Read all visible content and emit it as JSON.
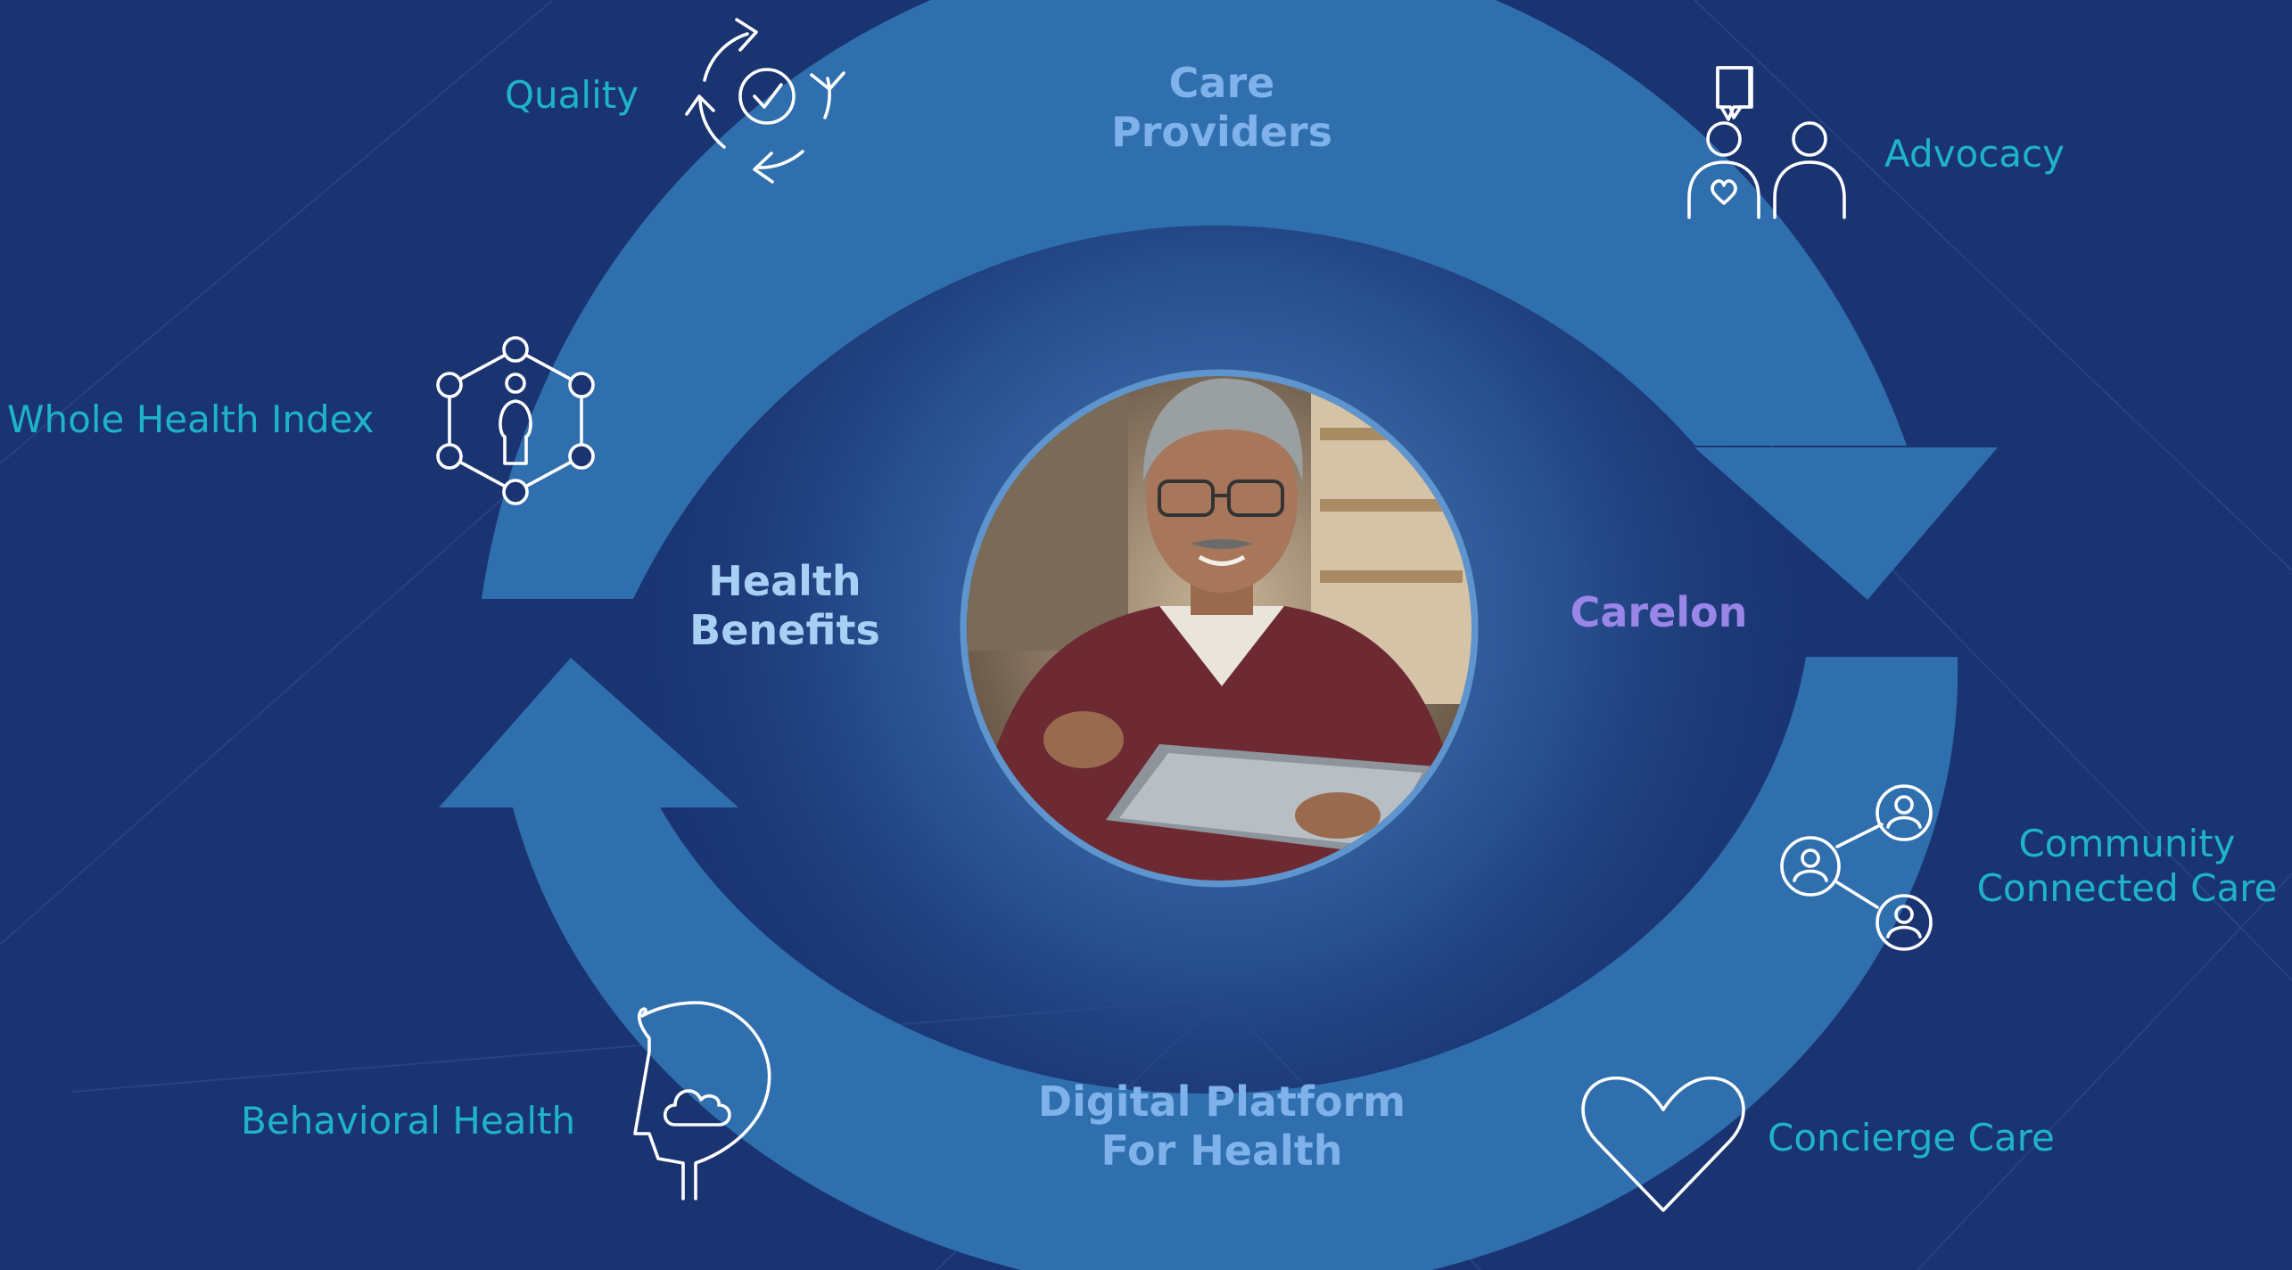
{
  "colors": {
    "background": "#1a3472",
    "arrow": "#2f6fae",
    "label_teal": "#1fb3c9",
    "core_blue": "#7fb1ea",
    "carelon_purple": "#9a86e8"
  },
  "center_photo": "smiling older man in maroon sweater using a tablet",
  "core_labels": {
    "care_providers": "Care\nProviders",
    "carelon": "Carelon",
    "digital_platform": "Digital Platform\nFor Health",
    "health_benefits": "Health\nBenefits"
  },
  "outer_items": {
    "quality": {
      "label": "Quality",
      "icon": "cycle-check-icon"
    },
    "advocacy": {
      "label": "Advocacy",
      "icon": "people-chat-icon"
    },
    "whole_health_index": {
      "label": "Whole Health Index",
      "icon": "person-network-icon"
    },
    "community_connected_care": {
      "label": "Community\nConnected Care",
      "icon": "share-people-icon"
    },
    "behavioral_health": {
      "label": "Behavioral Health",
      "icon": "head-cloud-icon"
    },
    "concierge_care": {
      "label": "Concierge Care",
      "icon": "heart-icon"
    }
  }
}
